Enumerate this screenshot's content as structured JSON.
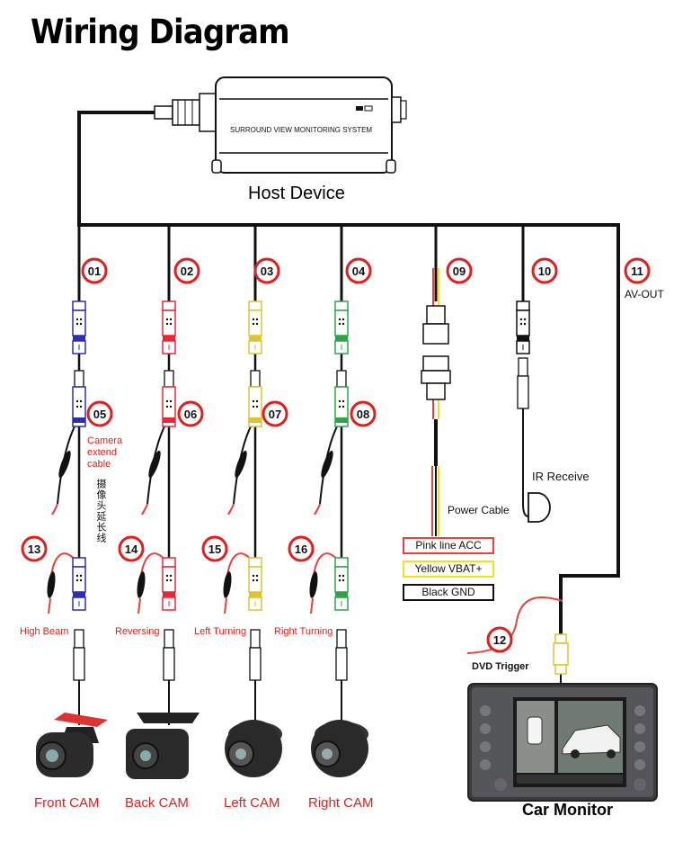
{
  "title": "Wiring Diagram",
  "host": {
    "label": "Host Device",
    "brand": "SURROUND VIEW MONITORING SYSTEM"
  },
  "markers": [
    {
      "num": "01"
    },
    {
      "num": "02"
    },
    {
      "num": "03"
    },
    {
      "num": "04"
    },
    {
      "num": "05"
    },
    {
      "num": "06"
    },
    {
      "num": "07"
    },
    {
      "num": "08"
    },
    {
      "num": "09"
    },
    {
      "num": "10"
    },
    {
      "num": "11"
    },
    {
      "num": "12"
    },
    {
      "num": "13"
    },
    {
      "num": "14"
    },
    {
      "num": "15"
    },
    {
      "num": "16"
    }
  ],
  "labels": {
    "av_out": "AV-OUT",
    "camera_extend": [
      "Camera",
      "extend",
      "cable"
    ],
    "camera_extend_cn": "摄像头延长线",
    "ir_receive": "IR Receive",
    "power_cable": "Power Cable",
    "dvd_trigger": "DVD Trigger",
    "car_monitor": "Car Monitor"
  },
  "power_wires": [
    {
      "label": "Pink line ACC",
      "color": "#e8403a"
    },
    {
      "label": "Yellow VBAT+",
      "color": "#f2e21a"
    },
    {
      "label": "Black GND",
      "color": "#111111"
    }
  ],
  "triggers": [
    {
      "label": "High Beam"
    },
    {
      "label": "Reversing"
    },
    {
      "label": "Left Turning"
    },
    {
      "label": "Right Turning"
    }
  ],
  "cameras": [
    {
      "label": "Front CAM"
    },
    {
      "label": "Back CAM"
    },
    {
      "label": "Left CAM"
    },
    {
      "label": "Right CAM"
    }
  ],
  "colors": {
    "marker_ring": "#e0201c",
    "front": "#2b2fb0",
    "back": "#e8283a",
    "left": "#e0c233",
    "right": "#2fa34a",
    "acc": "#e8403a",
    "vbat": "#f2e21a"
  }
}
